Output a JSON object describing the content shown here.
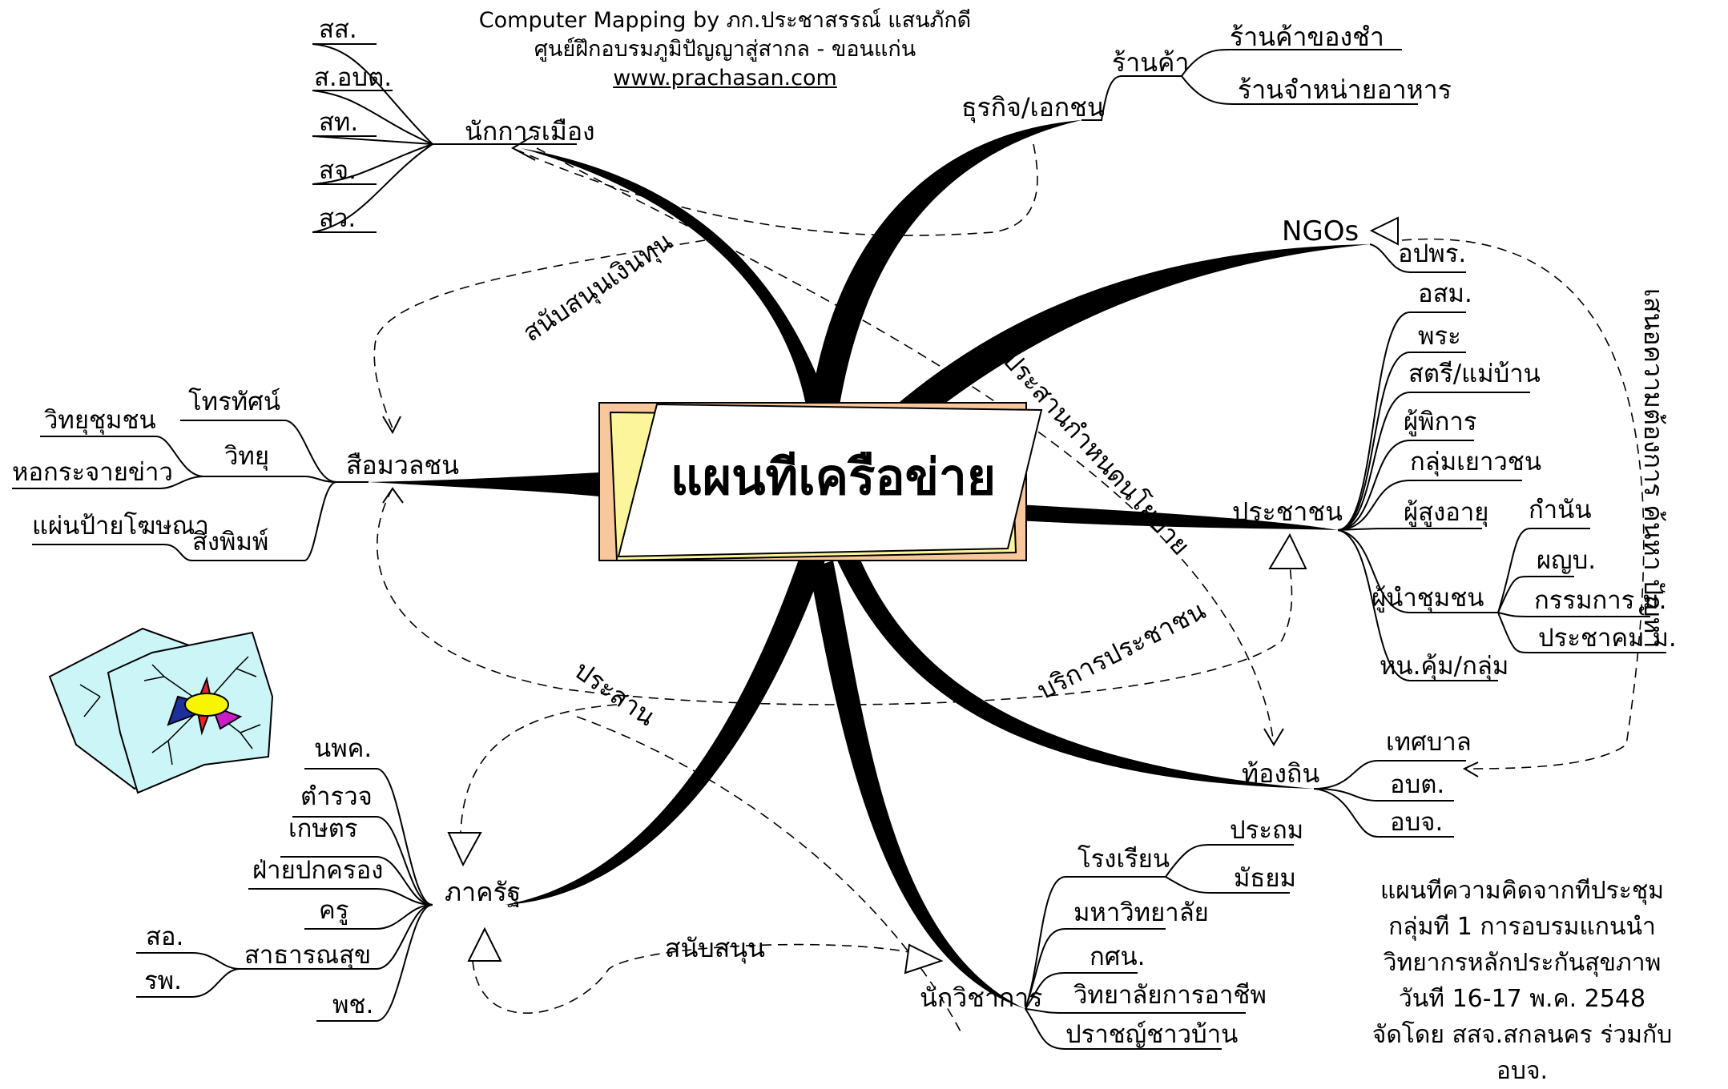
{
  "credits": {
    "line1": "Computer Mapping by ภก.ประชาสรรณ์ แสนภักดี",
    "line2": "ศูนย์ฝึกอบรมภูมิปัญญาสู่สากล - ขอนแก่น",
    "url": "www.prachasan.com"
  },
  "center": {
    "title": "แผนทีเครือข่าย"
  },
  "branches": {
    "politicians": {
      "label": "นักการเมือง",
      "items": [
        "สส.",
        "ส.อบต.",
        "สท.",
        "สจ.",
        "สว."
      ]
    },
    "business": {
      "label": "ธุรกิจ/เอกชน",
      "shop": "ร้านค้า",
      "shop_items": [
        "ร้านค้าของชำ",
        "ร้านจำหน่ายอาหาร"
      ]
    },
    "ngos": {
      "label": "NGOs",
      "items": [
        "อปพร."
      ]
    },
    "people": {
      "label": "ประชาชน",
      "items": [
        "อสม.",
        "พระ",
        "สตรี/แม่บ้าน",
        "ผู้พิการ",
        "กลุ่มเยาวชน",
        "ผู้สูงอายุ",
        "ผู้นำชุมชน",
        "หน.คุ้ม/กลุ่ม"
      ],
      "leader_items": [
        "กำนัน",
        "ผญบ.",
        "กรรมการ ม.",
        "ประชาคม ม."
      ]
    },
    "local_gov": {
      "label": "ท้องถิน",
      "items": [
        "เทศบาล",
        "อบต.",
        "อบจ."
      ]
    },
    "academics": {
      "label": "นักวิชาการ",
      "items": [
        "โรงเรียน",
        "มหาวิทยาลัย",
        "กศน.",
        "วิทยาลัยการอาชีพ",
        "ปราชญ์ชาวบ้าน"
      ],
      "school_items": [
        "ประถม",
        "มัธยม"
      ]
    },
    "state": {
      "label": "ภาครัฐ",
      "items": [
        "นพค.",
        "ตำรวจ",
        "เกษตร",
        "ฝ่ายปกครอง",
        "ครู",
        "สาธารณสุข",
        "พช."
      ],
      "health_items": [
        "สอ.",
        "รพ."
      ]
    },
    "media": {
      "label": "สือมวลชน",
      "items": [
        "โทรทัศน์",
        "วิทยุ",
        "สิงพิมพ์"
      ],
      "radio_items": [
        "วิทยุชุมชน",
        "หอกระจายข่าว"
      ],
      "print_items": [
        "แผ่นป้ายโฆษณา"
      ]
    }
  },
  "relations": {
    "funding": "สนับสนุนเงินทุน",
    "policy": "ประสานกำหนดนโยบาย",
    "service": "บริการประชาชน",
    "coordinate": "ประสาน",
    "support": "สนับสนุน",
    "propose": "เสนอความต้องการ ค้นหา ปัญหา"
  },
  "note": {
    "lines": [
      "แผนทีความคิดจากทีประชุม",
      "กลุ่มที 1 การอบรมแกนนำ",
      "วิทยากรหลักประกันสุขภาพ",
      "วันที 16-17 พ.ค. 2548",
      "จัดโดย สสจ.สกลนคร ร่วมกับ อบจ."
    ]
  },
  "colors": {
    "line": "#000000",
    "map_fill": "#ccf5f8",
    "center_pink": "#f8c89c",
    "center_yellow": "#fdf59c",
    "ellipse": "#f8f500"
  }
}
